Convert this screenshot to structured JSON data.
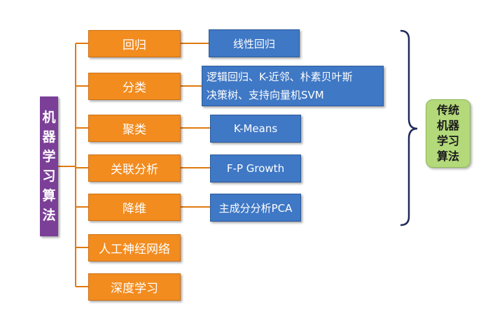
{
  "root": {
    "chars": [
      "机",
      "器",
      "学",
      "习",
      "算",
      "法"
    ]
  },
  "categories": [
    {
      "id": "huigui",
      "label": "回归"
    },
    {
      "id": "fenlei",
      "label": "分类"
    },
    {
      "id": "julei",
      "label": "聚类"
    },
    {
      "id": "guanlian",
      "label": "关联分析"
    },
    {
      "id": "jiangwei",
      "label": "降维"
    },
    {
      "id": "shenjing",
      "label": "人工神经网络"
    },
    {
      "id": "shendu",
      "label": "深度学习"
    }
  ],
  "algorithms": {
    "huigui": {
      "lines": [
        "线性回归"
      ]
    },
    "fenlei": {
      "lines": [
        "逻辑回归、K-近邻、朴素贝叶斯",
        "决策树、支持向量机SVM"
      ]
    },
    "julei": {
      "lines": [
        "K-Means"
      ]
    },
    "guanlian": {
      "lines": [
        "F-P Growth"
      ]
    },
    "jiangwei": {
      "lines": [
        "主成分分析PCA"
      ]
    }
  },
  "traditional": {
    "chars": [
      "传统",
      "机器",
      "学习",
      "算法"
    ]
  },
  "colors": {
    "root": "#7b3f98",
    "category": "#f28c1f",
    "algorithm": "#3f78c5",
    "traditional": "#b3d97a",
    "connector": "#e07a10",
    "brace": "#1e2a5a"
  }
}
